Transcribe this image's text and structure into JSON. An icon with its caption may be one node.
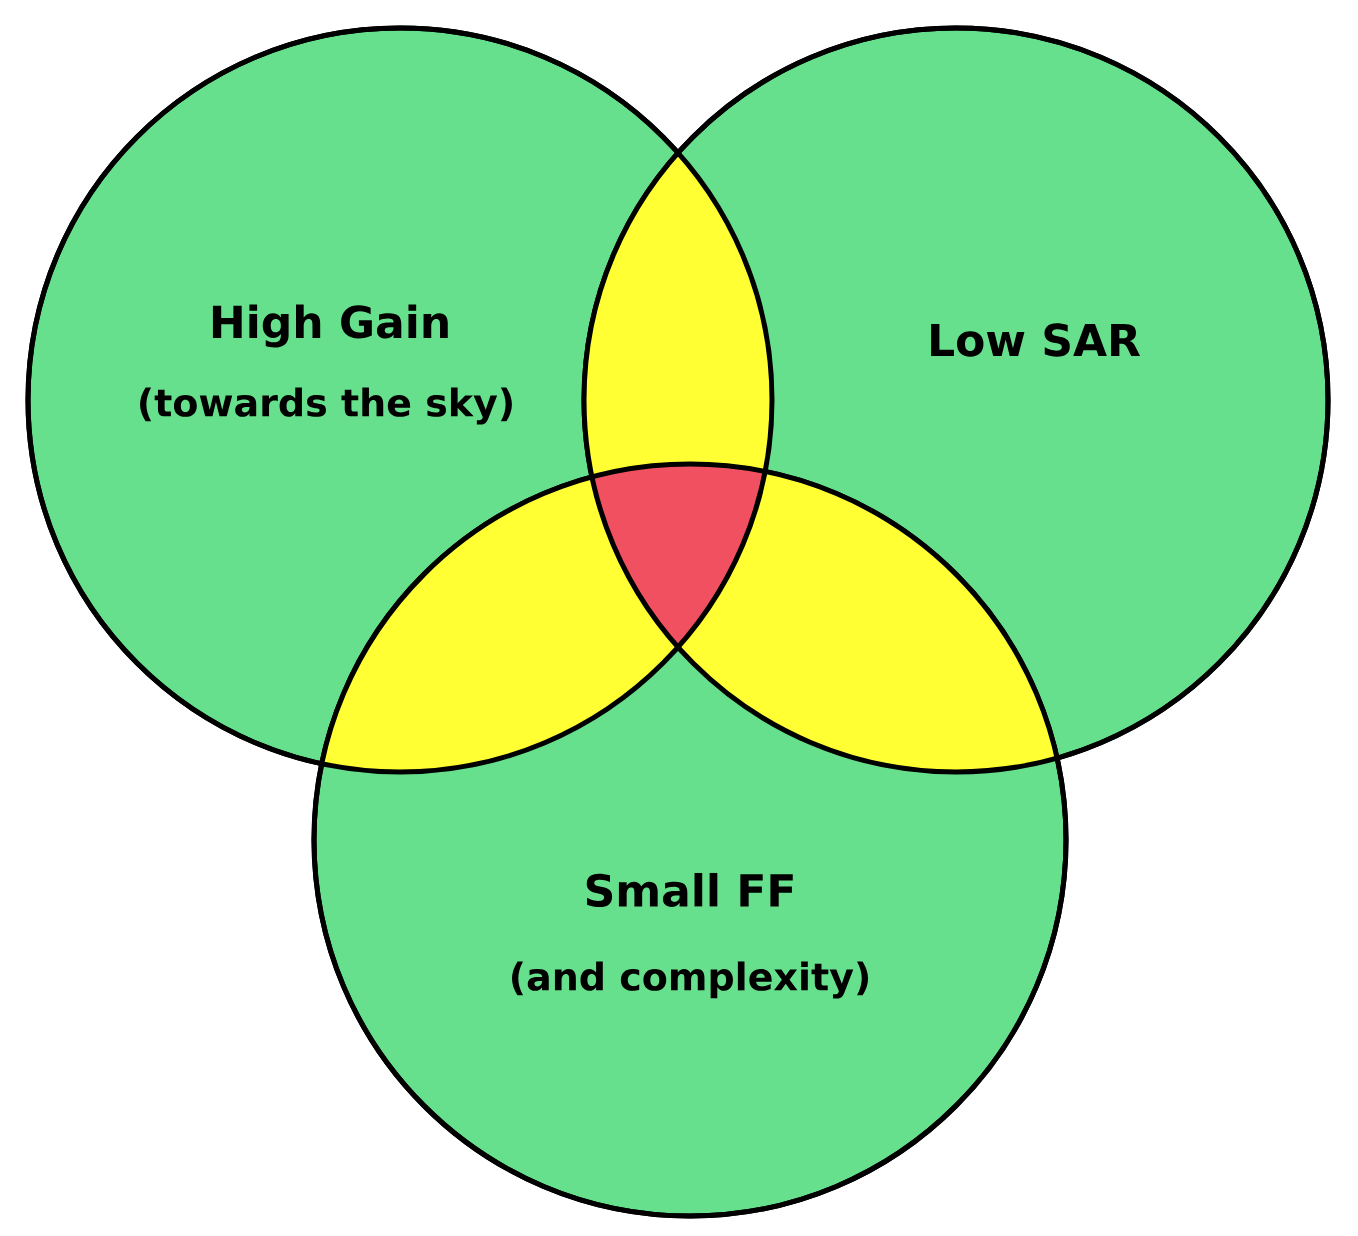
{
  "diagram": {
    "nodes": [
      {
        "text": [
          "High Gain",
          "(towards the sky)"
        ]
      },
      {
        "text": [
          "Low SAR"
        ]
      },
      {
        "text": [
          "Small FF",
          "(and complexity)"
        ]
      }
    ]
  }
}
